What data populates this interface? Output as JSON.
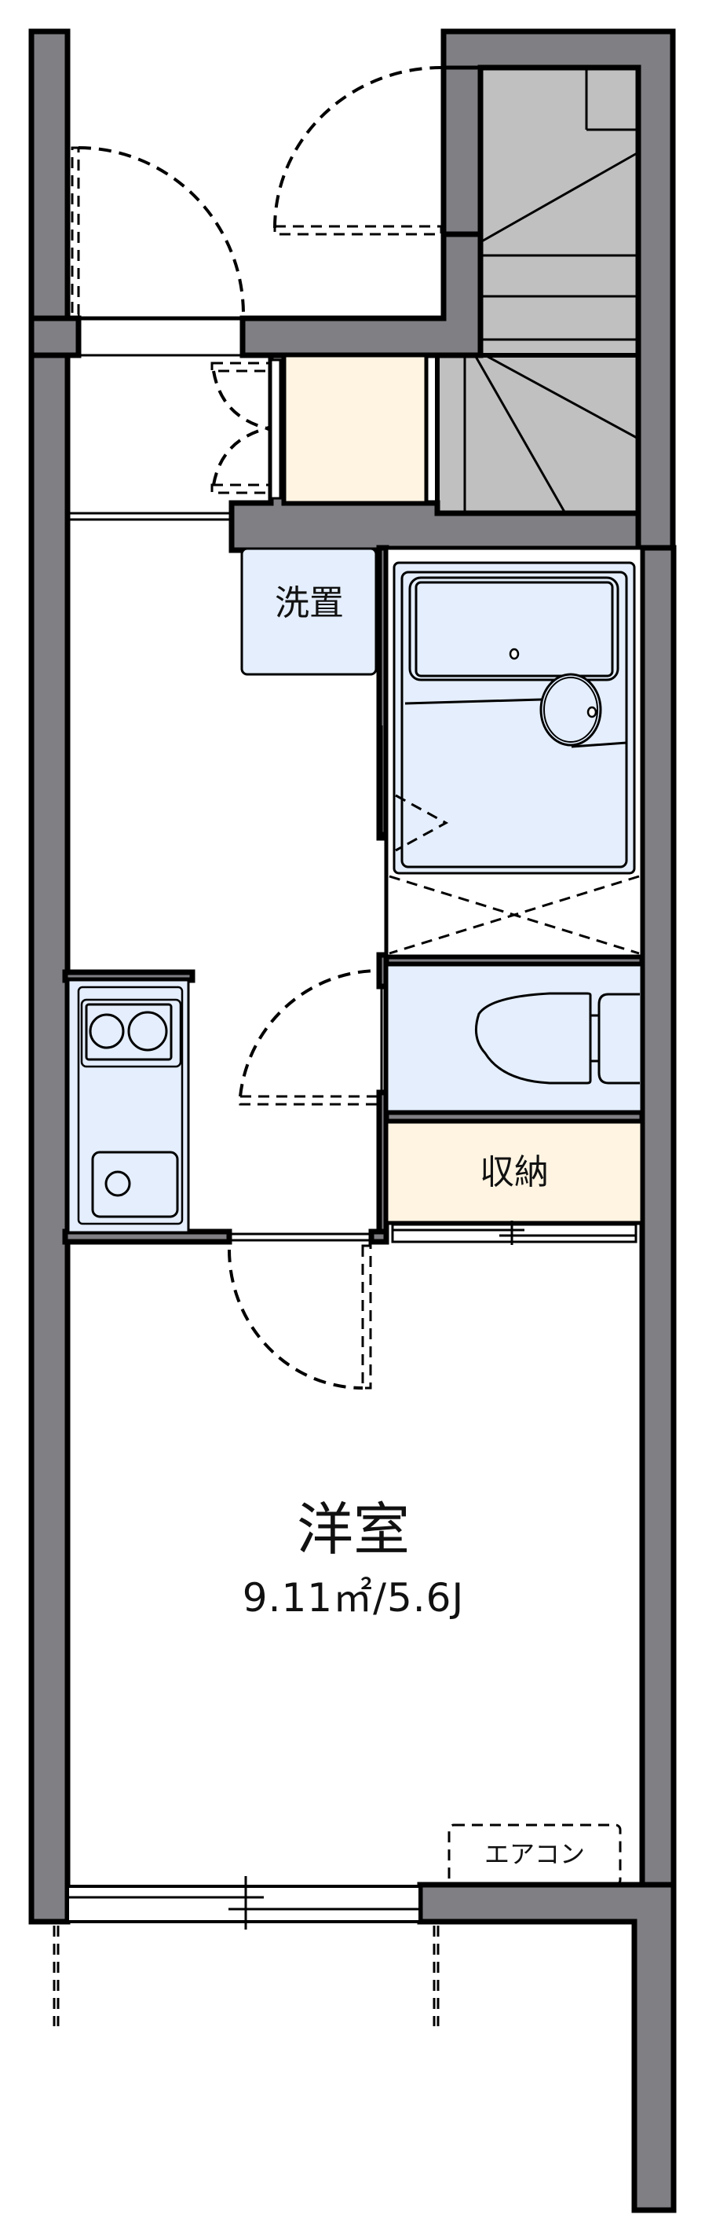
{
  "floorplan": {
    "colors": {
      "wall": "#807f84",
      "stair": "#c0c0c0",
      "wet_area": "#e4eefc",
      "storage": "#fff4e2",
      "background": "#ffffff"
    },
    "rooms": {
      "washer_space": {
        "label": "洗置",
        "icon": "washing-machine-space"
      },
      "storage": {
        "label": "収納",
        "icon": "closet"
      },
      "western_room": {
        "label": "洋室",
        "area": "9.11㎡/5.6J"
      },
      "aircon": {
        "label": "エアコン",
        "icon": "air-conditioner"
      },
      "bathroom": {
        "icon": "bathtub-unit"
      },
      "toilet": {
        "icon": "toilet"
      },
      "kitchen": {
        "icon": "kitchen-counter",
        "burners": 2
      },
      "shoe_box": {
        "icon": "shoe-cabinet"
      },
      "stairs": {
        "icon": "staircase"
      }
    }
  }
}
